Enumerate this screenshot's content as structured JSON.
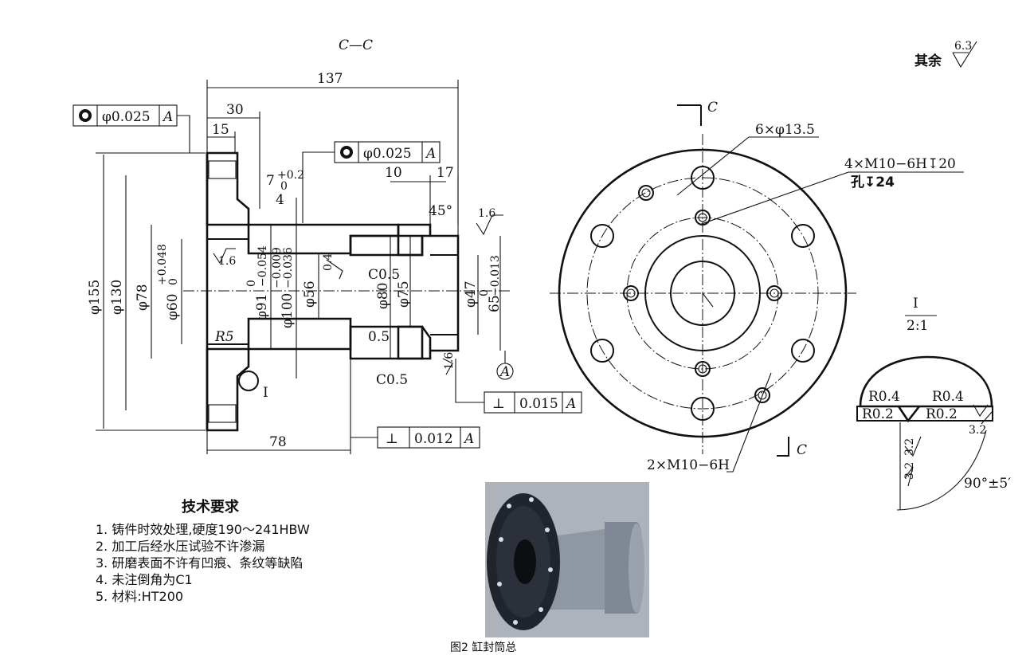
{
  "section_title": "C—C",
  "roughness_note": {
    "label": "其余",
    "value": "6.3"
  },
  "section_view": {
    "dims": {
      "overall_length": "137",
      "flange_depth": "30",
      "flange_step": "15",
      "groove": "7",
      "groove_tol_up": "+0.2",
      "groove_tol_low": "0",
      "groove_depth": "4",
      "d10": "10",
      "d17": "17",
      "d78_len": "78",
      "d155": "φ155",
      "d130": "φ130",
      "d78": "φ78",
      "d60": "φ60",
      "d60_up": "+0.048",
      "d60_low": "0",
      "d91": "φ91",
      "d91_up": "0",
      "d91_low": "−0.054",
      "d100": "φ100",
      "d100_up": "−0.009",
      "d100_low": "−0.036",
      "d56": "φ56",
      "d80": "φ80",
      "d75": "φ75",
      "d47": "φ47",
      "d65": "65",
      "d65_up": "0",
      "d65_low": "−0.013",
      "c05a": "C0.5",
      "c05b": "C0.5",
      "angle45": "45°",
      "half05": "0.5",
      "r5": "R5",
      "r16a": "1.6",
      "r16b": "1.6",
      "r16c": "1.6",
      "r04": "0.4",
      "detail_mark": "I",
      "datum": "A"
    },
    "frames": [
      {
        "symbol": "◎",
        "value": "φ0.025",
        "datum": "A"
      },
      {
        "symbol": "◎",
        "value": "φ0.025",
        "datum": "A"
      },
      {
        "symbol": "⊥",
        "value": "0.015",
        "datum": "A"
      },
      {
        "symbol": "⊥",
        "value": "0.012",
        "datum": "A"
      }
    ]
  },
  "end_view": {
    "cut_label_top": "C",
    "cut_label_bottom": "C",
    "note_holes": "6×φ13.5",
    "note_tapped_1": "4×M10−6H↧20",
    "note_tapped_2": "孔↧24",
    "note_tapped_3": "2×M10−6H"
  },
  "detail": {
    "title": "I",
    "scale": "2:1",
    "r04_left": "R0.4",
    "r04_right": "R0.4",
    "r02_left": "R0.2",
    "r02_right": "R0.2",
    "rough_a": "3.2",
    "rough_b": "3.2",
    "rough_c": "3.2",
    "angle": "90°±5′"
  },
  "tech_requirements": {
    "title": "技术要求",
    "items": [
      "1. 铸件时效处理,硬度190～241HBW",
      "2. 加工后经水压试验不许渗漏",
      "3. 研磨表面不许有凹痕、条纹等缺陷",
      "4. 未注倒角为C1",
      "5. 材料:HT200"
    ]
  },
  "caption": "图2 缸封筒总"
}
